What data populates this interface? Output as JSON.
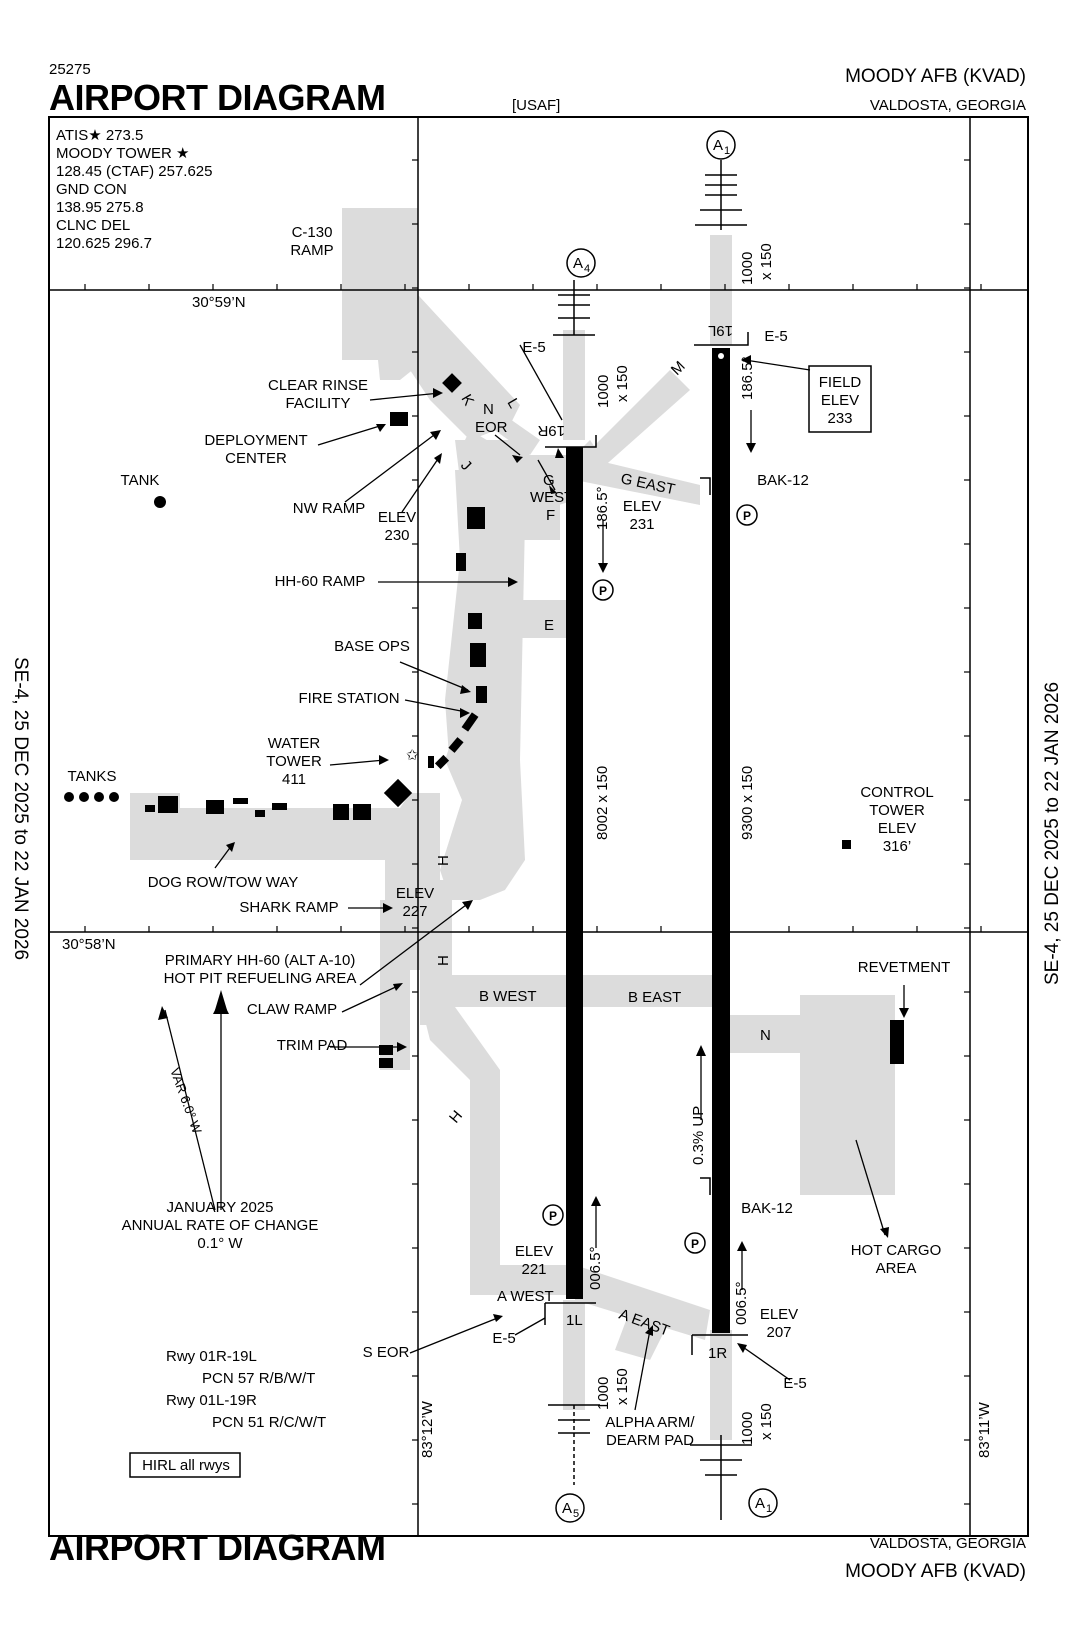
{
  "header": {
    "number": "25275",
    "title": "AIRPORT DIAGRAM",
    "operator": "[USAF]",
    "airport": "MOODY AFB  (KVAD)",
    "city": "VALDOSTA, GEORGIA"
  },
  "footer": {
    "title": "AIRPORT DIAGRAM",
    "city": "VALDOSTA, GEORGIA",
    "airport": "MOODY AFB  (KVAD)"
  },
  "margins": {
    "left": "SE-4,  25 DEC 2025  to  22 JAN 2026",
    "right": "SE-4,  25 DEC 2025  to  22 JAN 2026"
  },
  "comms": {
    "atis": "ATIS★ 273.5",
    "tower": "MOODY TOWER ★",
    "tower_freq": "128.45 (CTAF)  257.625",
    "gnd": "GND CON",
    "gnd_freq": "138.95  275.8",
    "clnc": "CLNC DEL",
    "clnc_freq": "120.625  296.7"
  },
  "grid": {
    "lat_north": "30°59’N",
    "lat_south": "30°58’N",
    "lon_west": "83°12’W",
    "lon_east": "83°11’W"
  },
  "runways": {
    "rwy_left_dims": "8002 x 150",
    "rwy_right_dims": "9300 x 150",
    "ends": {
      "r19R": "19R",
      "r19L": "19L",
      "r1L": "1L",
      "r1R": "1R"
    },
    "headings": {
      "h1": "186.5°",
      "h2": "186.5°",
      "h3": "006.5°",
      "h4": "006.5°"
    },
    "approach_lengths": {
      "a1": "1000",
      "a1b": "x 150"
    },
    "gradient": "0.3% UP",
    "approach_lights": {
      "a1": "A",
      "a1sub": "1",
      "a4": "A",
      "a4sub": "4",
      "a5": "A",
      "a5sub": "5"
    }
  },
  "labels": {
    "c130": "C-130",
    "c130b": "RAMP",
    "clear_rinse": "CLEAR RINSE",
    "clear_rinse2": "FACILITY",
    "deployment": "DEPLOYMENT",
    "deployment2": "CENTER",
    "tank": "TANK",
    "nw_ramp": "NW RAMP",
    "elev": "ELEV",
    "elev230": "230",
    "elev231": "231",
    "elev227": "227",
    "elev221": "221",
    "elev207": "207",
    "hh60": "HH-60 RAMP",
    "base_ops": "BASE OPS",
    "fire_station": "FIRE STATION",
    "water_tower": "WATER",
    "water_tower2": "TOWER",
    "water_tower3": "411",
    "tanks": "TANKS",
    "dog_row": "DOG ROW/TOW WAY",
    "shark_ramp": "SHARK RAMP",
    "primary": "PRIMARY HH-60 (ALT A-10)",
    "primary2": "HOT PIT REFUELING AREA",
    "claw_ramp": "CLAW RAMP",
    "trim_pad": "TRIM PAD",
    "var": "VAR 6.0° W",
    "rate1": "JANUARY 2025",
    "rate2": "ANNUAL RATE OF CHANGE",
    "rate3": "0.1° W",
    "pcn1": "Rwy 01R-19L",
    "pcn2": "PCN 57 R/B/W/T",
    "pcn3": "Rwy 01L-19R",
    "pcn4": "PCN 51 R/C/W/T",
    "hirl": "HIRL all rwys",
    "s_eor": "S EOR",
    "e5": "E-5",
    "alpha": "ALPHA ARM/",
    "alpha2": "DEARM PAD",
    "field_elev": "FIELD",
    "field_elev2": "ELEV",
    "field_elev3": "233",
    "bak12": "BAK-12",
    "control": "CONTROL",
    "control2": "TOWER",
    "control3": "ELEV",
    "control4": "316’",
    "revetment": "REVETMENT",
    "hot_cargo": "HOT CARGO",
    "hot_cargo2": "AREA",
    "parking": "P"
  },
  "taxiways": {
    "a_west": "A  WEST",
    "a_east": "A  EAST",
    "b_west": "B  WEST",
    "b_east": "B  EAST",
    "e": "E",
    "f": "F",
    "g": "G",
    "g_west": "WEST",
    "g_east": "G EAST",
    "h": "H",
    "j": "J",
    "k": "K",
    "l": "L",
    "m": "M",
    "n": "N",
    "n_eor": "N",
    "eor": "EOR"
  }
}
